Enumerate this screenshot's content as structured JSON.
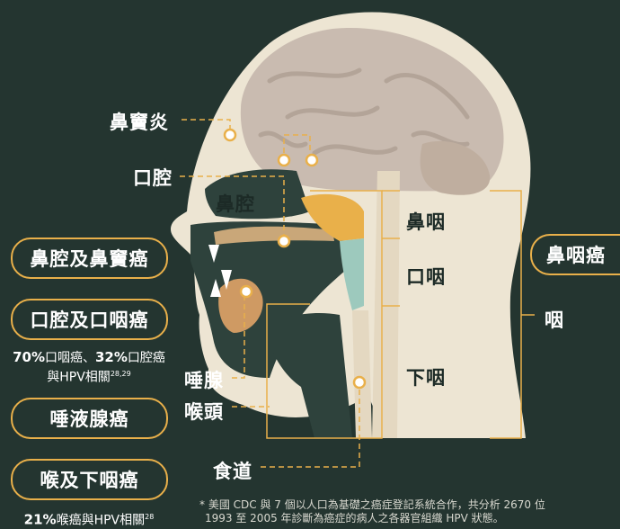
{
  "labels": {
    "sinusitis": "鼻竇炎",
    "oral_cavity": "口腔",
    "nasal_cavity": "鼻腔",
    "nasopharynx": "鼻咽",
    "oropharynx": "口咽",
    "hypopharynx": "下咽",
    "pharynx": "咽",
    "salivary_gland": "唾腺",
    "larynx": "喉頭",
    "esophagus": "食道"
  },
  "cancers": {
    "nasal": "鼻腔及鼻竇癌",
    "oral": "口腔及口咽癌",
    "salivary": "唾液腺癌",
    "larynx": "喉及下咽癌",
    "nasopharynx": "鼻咽癌"
  },
  "stats": {
    "oral_pct1": "70%",
    "oral_text1": "口咽癌、",
    "oral_pct2": "32%",
    "oral_text2": "口腔癌",
    "oral_line2": "與HPV相關",
    "oral_ref": "28,29",
    "larynx_pct": "21%",
    "larynx_text": "喉癌與HPV相關",
    "larynx_ref": "28"
  },
  "footnote": {
    "line1": "* 美國 CDC 與 7 個以人口為基礎之癌症登記系統合作，共分析 2670 位",
    "line2": "1993 至 2005 年診斷為癌症的病人之各器官組織 HPV 狀態。"
  },
  "colors": {
    "background": "#243530",
    "accent": "#e9b04a",
    "skin": "#ede5d3",
    "brain": "#c9bbb0",
    "tissue_dark": "#2e423c"
  }
}
